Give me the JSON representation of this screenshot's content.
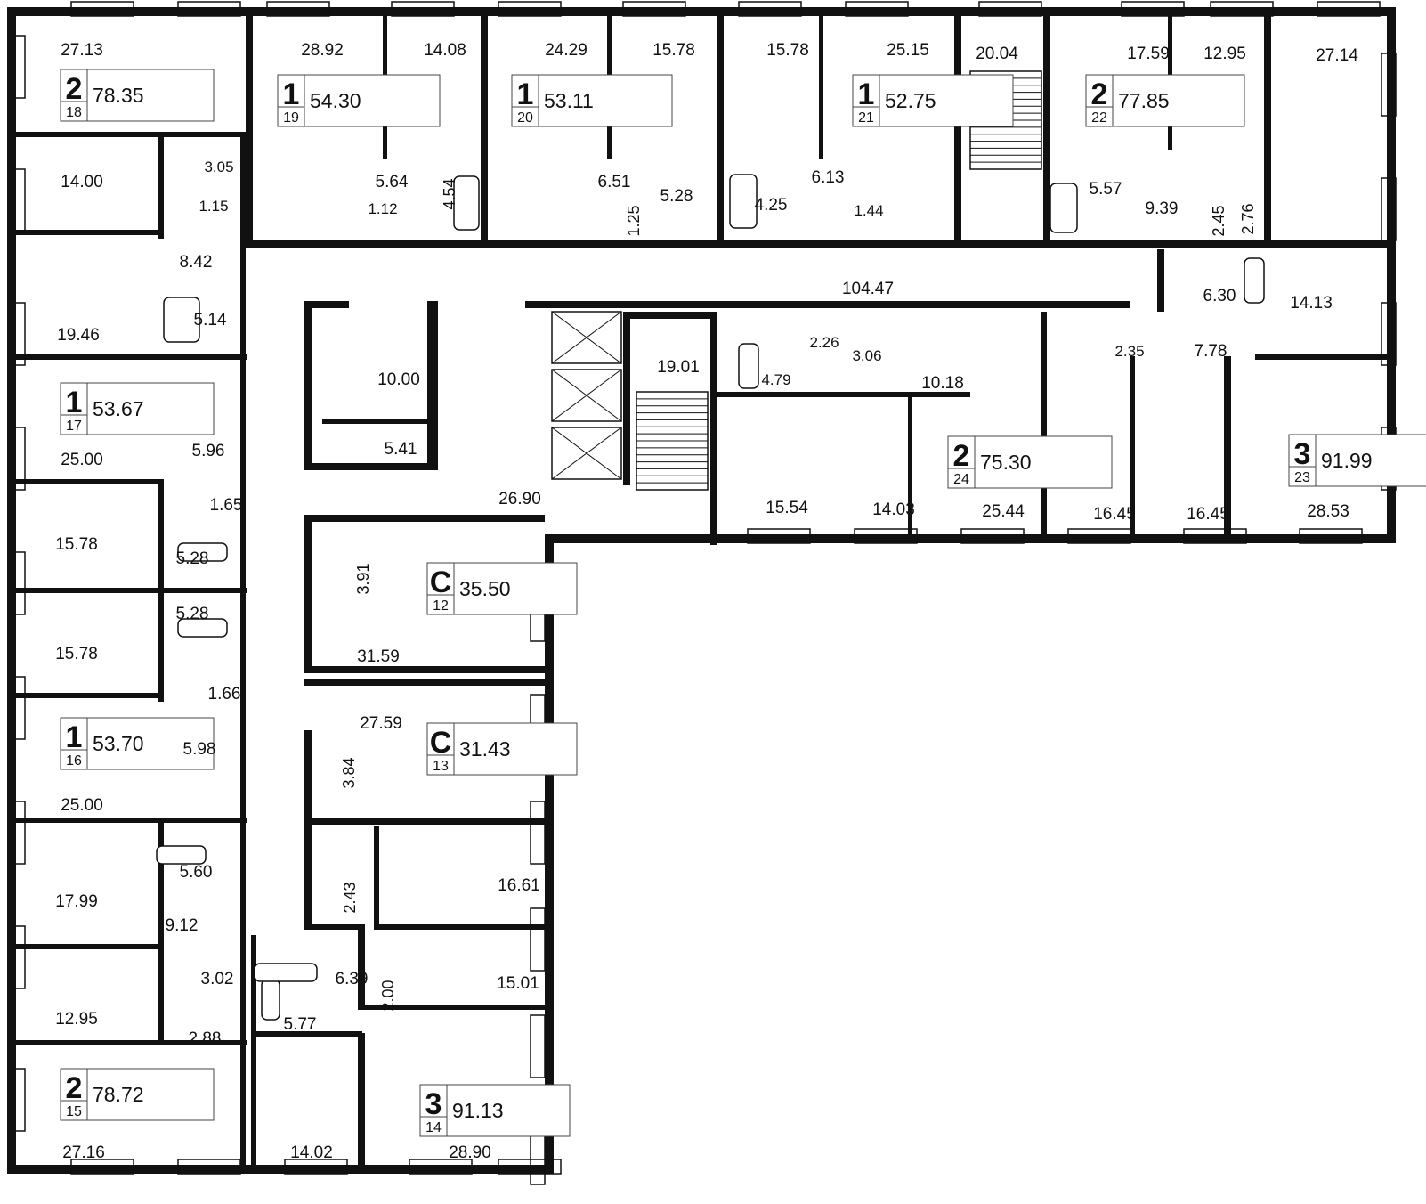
{
  "plan": {
    "corridor_area": "104.47",
    "apartments": [
      {
        "num": "18",
        "rooms": "2",
        "total": "78.35"
      },
      {
        "num": "19",
        "rooms": "1",
        "total": "54.30"
      },
      {
        "num": "20",
        "rooms": "1",
        "total": "53.11"
      },
      {
        "num": "21",
        "rooms": "1",
        "total": "52.75"
      },
      {
        "num": "22",
        "rooms": "2",
        "total": "77.85"
      },
      {
        "num": "17",
        "rooms": "1",
        "total": "53.67"
      },
      {
        "num": "24",
        "rooms": "2",
        "total": "75.30"
      },
      {
        "num": "23",
        "rooms": "3",
        "total": "91.99"
      },
      {
        "num": "12",
        "rooms": "С",
        "total": "35.50"
      },
      {
        "num": "13",
        "rooms": "С",
        "total": "31.43"
      },
      {
        "num": "16",
        "rooms": "1",
        "total": "53.70"
      },
      {
        "num": "15",
        "rooms": "2",
        "total": "78.72"
      },
      {
        "num": "14",
        "rooms": "3",
        "total": "91.13"
      }
    ],
    "room_areas": [
      "27.13",
      "28.92",
      "14.08",
      "24.29",
      "15.78",
      "15.78",
      "25.15",
      "20.04",
      "17.59",
      "12.95",
      "27.14",
      "14.00",
      "3.05",
      "1.15",
      "5.64",
      "1.12",
      "4.54",
      "6.51",
      "1.25",
      "5.28",
      "4.25",
      "6.13",
      "1.44",
      "5.57",
      "9.39",
      "2.45",
      "2.76",
      "8.42",
      "19.46",
      "5.14",
      "6.30",
      "14.13",
      "10.00",
      "2.26",
      "3.06",
      "4.79",
      "10.18",
      "2.35",
      "7.78",
      "19.01",
      "5.41",
      "25.00",
      "5.96",
      "1.65",
      "26.90",
      "15.54",
      "14.03",
      "25.44",
      "16.45",
      "16.45",
      "28.53",
      "15.78",
      "5.28",
      "3.91",
      "5.28",
      "31.59",
      "15.78",
      "1.66",
      "27.59",
      "5.98",
      "3.84",
      "25.00",
      "5.60",
      "16.61",
      "17.99",
      "2.43",
      "9.12",
      "15.01",
      "3.02",
      "6.39",
      "2.00",
      "12.95",
      "2.88",
      "5.77",
      "27.16",
      "14.02",
      "28.90"
    ]
  }
}
